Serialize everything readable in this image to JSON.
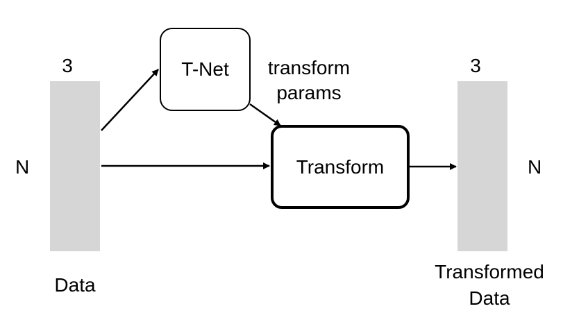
{
  "input": {
    "columns_label": "3",
    "rows_label": "N",
    "caption": "Data"
  },
  "tnet": {
    "label": "T-Net",
    "output_label_line1": "transform",
    "output_label_line2": "params"
  },
  "transform": {
    "label": "Transform"
  },
  "output": {
    "columns_label": "3",
    "rows_label": "N",
    "caption_line1": "Transformed",
    "caption_line2": "Data"
  },
  "colors": {
    "bar_fill": "#d6d6d6",
    "stroke": "#000000"
  }
}
